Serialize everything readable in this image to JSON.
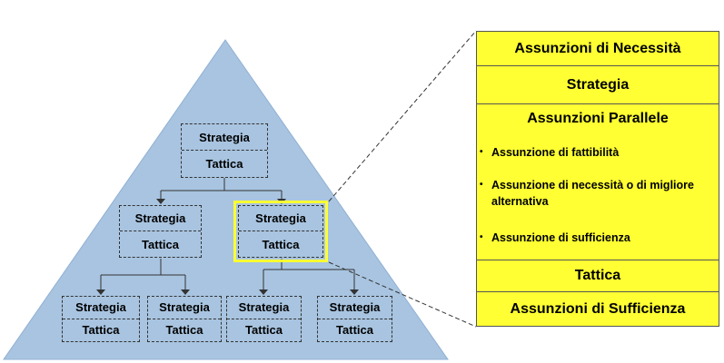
{
  "colors": {
    "pyramid_fill": "#a8c4e0",
    "pyramid_stroke": "#8fb0d4",
    "highlight": "#ffff33",
    "panel_fill": "#ffff33",
    "connector": "#333333"
  },
  "pyramid": {
    "nodes": [
      {
        "id": "level1",
        "top": "Strategia",
        "bottom": "Tattica"
      },
      {
        "id": "level2-left",
        "top": "Strategia",
        "bottom": "Tattica"
      },
      {
        "id": "level2-right",
        "top": "Strategia",
        "bottom": "Tattica"
      },
      {
        "id": "level3-1",
        "top": "Strategia",
        "bottom": "Tattica"
      },
      {
        "id": "level3-2",
        "top": "Strategia",
        "bottom": "Tattica"
      },
      {
        "id": "level3-3",
        "top": "Strategia",
        "bottom": "Tattica"
      },
      {
        "id": "level3-4",
        "top": "Strategia",
        "bottom": "Tattica"
      }
    ],
    "highlighted_node": "level2-right"
  },
  "panel": {
    "rows": {
      "necessity": "Assunzioni di Necessità",
      "strategy": "Strategia",
      "parallel": "Assunzioni Parallele",
      "tactic": "Tattica",
      "sufficiency": "Assunzioni di Sufficienza"
    },
    "bullet_marker": "•",
    "bullets": [
      "Assunzione di fattibilità",
      "Assunzione di necessità o di migliore alternativa",
      "Assunzione di sufficienza"
    ]
  }
}
